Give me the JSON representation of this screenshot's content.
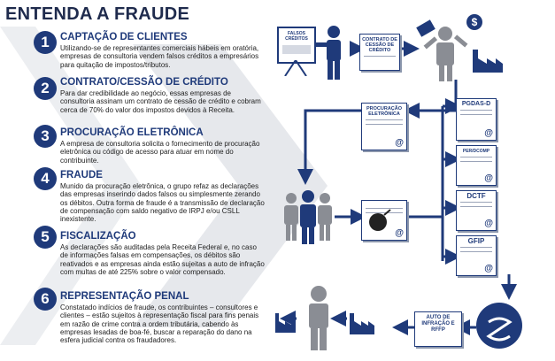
{
  "title": "ENTENDA A FRAUDE",
  "steps": [
    {
      "num": "1",
      "title": "CAPTAÇÃO DE CLIENTES",
      "desc": "Utilizando-se de representantes comerciais hábeis em oratória, empresas de consultoria vendem falsos créditos a empresários para quitação de impostos/tributos."
    },
    {
      "num": "2",
      "title": "CONTRATO/CESSÃO DE CRÉDITO",
      "desc": "Para dar credibilidade ao negócio, essas empresas de consultoria assinam um contrato de cessão de crédito e cobram cerca de 70% do valor dos impostos devidos à Receita."
    },
    {
      "num": "3",
      "title": "PROCURAÇÃO ELETRÔNICA",
      "desc": "A empresa de consultoria solicita o fornecimento de procuração eletrônica ou código de acesso para atuar em nome do contribuinte."
    },
    {
      "num": "4",
      "title": "FRAUDE",
      "desc": "Munido da procuração eletrônica, o grupo refaz as declarações das empresas inserindo dados falsos ou simplesmente zerando os débitos. Outra forma de fraude é a transmissão de declaração de compensação com saldo negativo de IRPJ e/ou CSLL inexistente."
    },
    {
      "num": "5",
      "title": "FISCALIZAÇÃO",
      "desc": "As declarações são auditadas pela Receita Federal e, no caso de informações falsas em compensações, os débitos são reativados e as empresas ainda estão sujeitas a auto de infração com multas de até 225% sobre o valor compensado."
    },
    {
      "num": "6",
      "title": "REPRESENTAÇÃO PENAL",
      "desc": "Constatado indícios de fraude, os contribuintes – consultores e clientes – estão sujeitos à representação fiscal para fins penais em razão de crime contra a ordem tributária, cabendo às empresas lesadas de boa-fé, buscar a reparação do dano na esfera judicial contra os fraudadores."
    }
  ],
  "flow": {
    "board_label": "FALSOS CRÉDITOS",
    "contract_label": "CONTRATO DE CESSÃO DE CRÉDITO",
    "procuracao_label": "PROCURAÇÃO ELETRÔNICA",
    "docs": [
      "PGDAS-D",
      "PER/DCOMP",
      "DCTF",
      "GFIP"
    ],
    "auto_label": "AUTO DE INFRAÇÃO E RFFP",
    "dollar": "$",
    "at": "@"
  },
  "colors": {
    "navy": "#1f3a7a",
    "gray": "#8a8d94",
    "arrow_bg": "#e6e7ea"
  }
}
